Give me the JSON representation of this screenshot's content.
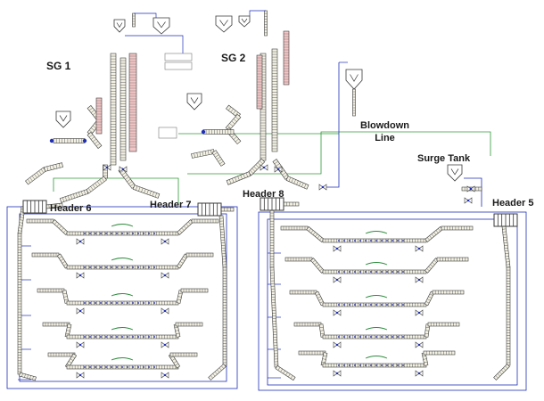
{
  "labels": {
    "sg1": "SG 1",
    "sg2": "SG 2",
    "blowdown_line1": "Blowdown",
    "blowdown_line2": "Line",
    "surge_tank": "Surge Tank",
    "header6": "Header 6",
    "header7": "Header 7",
    "header8": "Header 8",
    "header5": "Header 5"
  },
  "colors": {
    "pipe_dark": "#3a3a3a",
    "pipe_fill": "#f3f1e4",
    "steam_gen_fill": "#f2c6c6",
    "signal_blue": "#1f2fb8",
    "signal_green": "#2f9a3a",
    "pump_green": "#2e8b3e",
    "heater_red": "#c0392b"
  }
}
